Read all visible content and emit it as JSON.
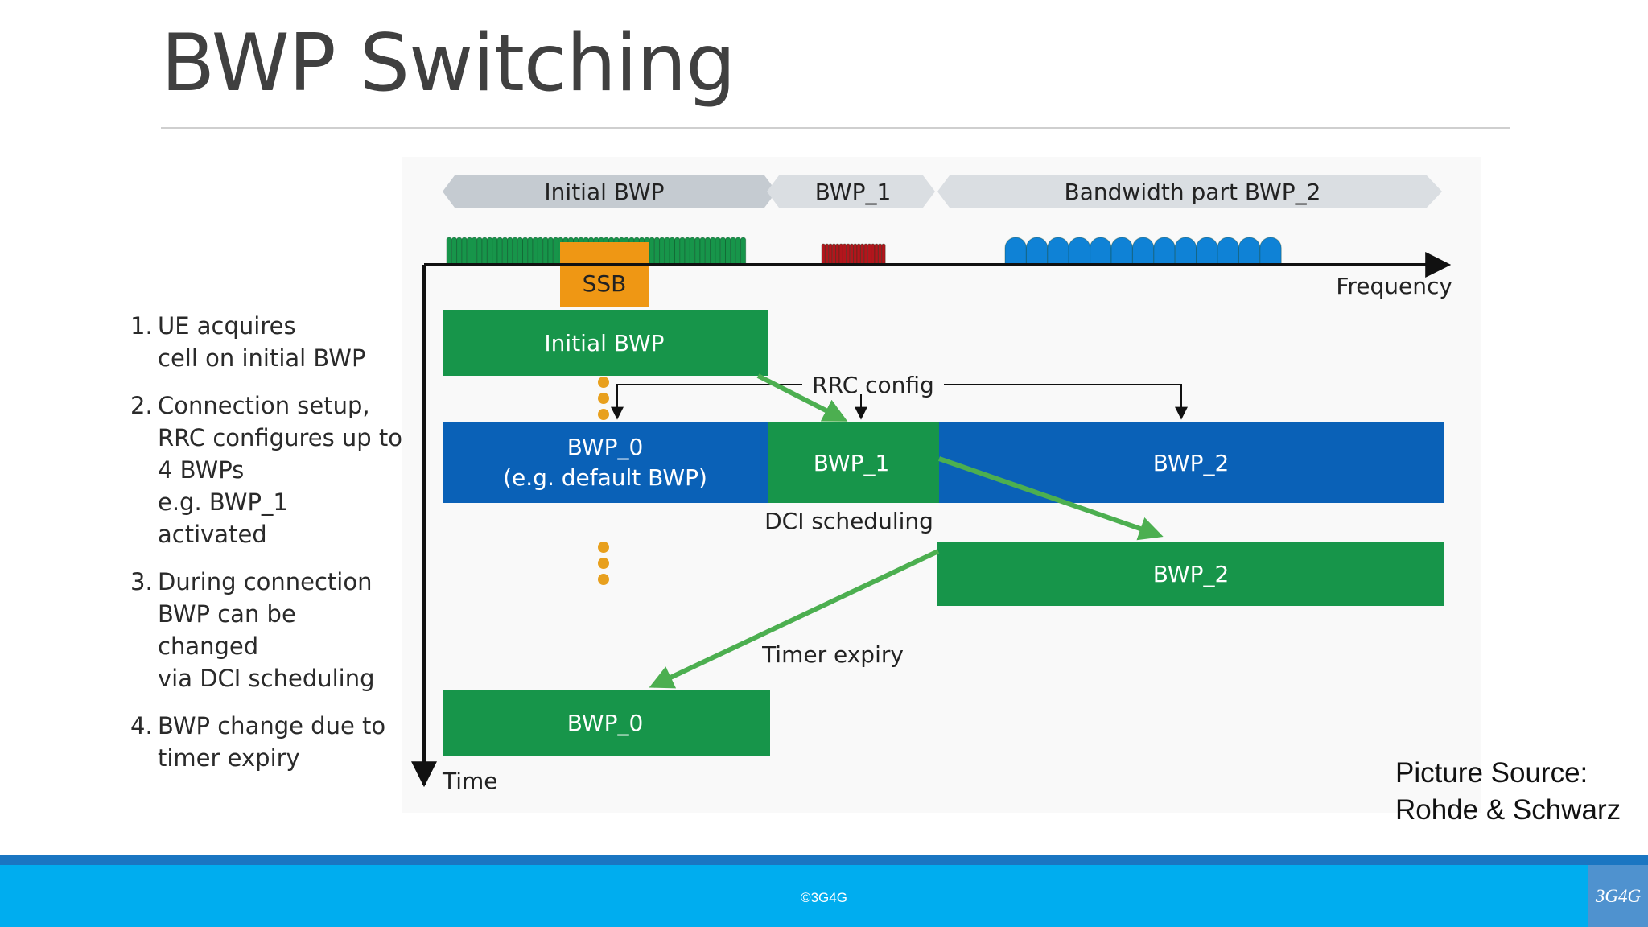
{
  "slide": {
    "title": "BWP Switching",
    "steps": [
      {
        "num": "1.",
        "text": "UE acquires\ncell on initial BWP"
      },
      {
        "num": "2.",
        "text": "Connection setup,\nRRC configures up to\n4 BWPs\ne.g. BWP_1 activated"
      },
      {
        "num": "3.",
        "text": "During connection\nBWP can be changed\nvia DCI scheduling"
      },
      {
        "num": "4.",
        "text": "BWP change due to\ntimer expiry"
      }
    ],
    "source": "Picture Source:\nRohde & Schwarz"
  },
  "diagram": {
    "header_labels": {
      "initial": "Initial BWP",
      "bwp1": "BWP_1",
      "bwp2": "Bandwidth part BWP_2"
    },
    "ssb": "SSB",
    "axis": {
      "frequency": "Frequency",
      "time": "Time"
    },
    "boxes": {
      "initial_bwp": "Initial BWP",
      "bwp0_line1": "BWP_0",
      "bwp0_line2": "(e.g. default BWP)",
      "bwp1": "BWP_1",
      "bwp2_band": "BWP_2",
      "bwp2_active": "BWP_2",
      "bwp0_final": "BWP_0"
    },
    "annotations": {
      "rrc_config": "RRC config",
      "dci_scheduling": "DCI scheduling",
      "timer_expiry": "Timer expiry"
    },
    "colors": {
      "green": "#17954a",
      "blue": "#0a61b7",
      "ssb": "#ef9714",
      "header": "#c8cdd3",
      "dots": "#e8a01e",
      "scs_red": "#b3151c",
      "scs_blue": "#0f82d6",
      "scs_green": "#17954a"
    }
  },
  "footer": {
    "copyright": "©3G4G",
    "logo": "3G4G"
  }
}
